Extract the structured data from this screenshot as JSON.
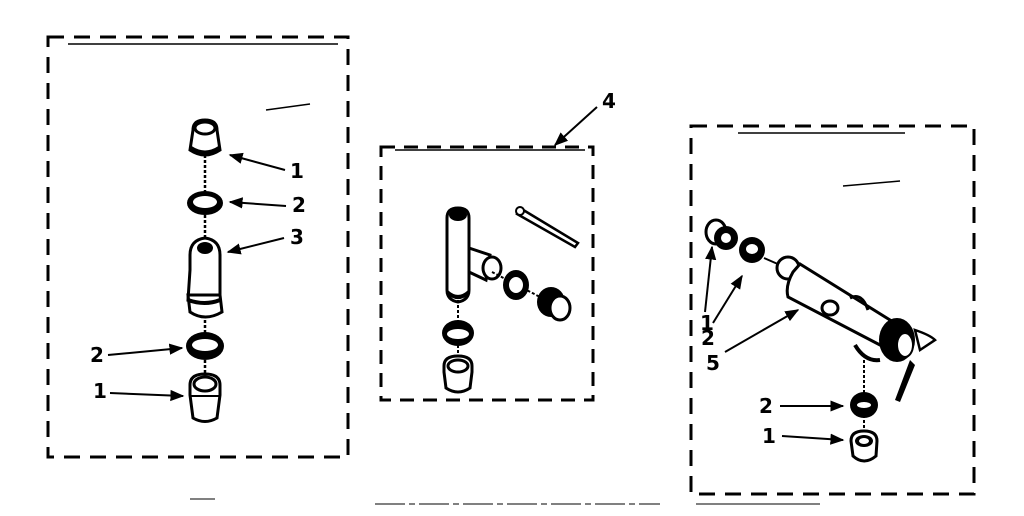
{
  "diagram": {
    "type": "exploded parts diagram",
    "panels": [
      {
        "id": "left",
        "callouts": [
          {
            "label": "1",
            "target": "top cap"
          },
          {
            "label": "2",
            "target": "upper seal ring"
          },
          {
            "label": "3",
            "target": "connector tube"
          },
          {
            "label": "2",
            "target": "lower seal ring"
          },
          {
            "label": "1",
            "target": "bottom cap"
          }
        ]
      },
      {
        "id": "center",
        "callouts": [
          {
            "label": "4",
            "target": "tee kit assembly"
          }
        ]
      },
      {
        "id": "right",
        "callouts": [
          {
            "label": "1",
            "target": "end cap"
          },
          {
            "label": "2",
            "target": "seal ring"
          },
          {
            "label": "5",
            "target": "valve body"
          },
          {
            "label": "2",
            "target": "lower seal ring"
          },
          {
            "label": "1",
            "target": "lower cap"
          }
        ]
      }
    ]
  },
  "labels": {
    "l1a": "1",
    "l2a": "2",
    "l3": "3",
    "l2b": "2",
    "l1b": "1",
    "l4": "4",
    "r1a": "1",
    "r2a": "2",
    "r5": "5",
    "r2b": "2",
    "r1b": "1"
  },
  "colors": {
    "ink": "#000000",
    "paper": "#ffffff"
  }
}
